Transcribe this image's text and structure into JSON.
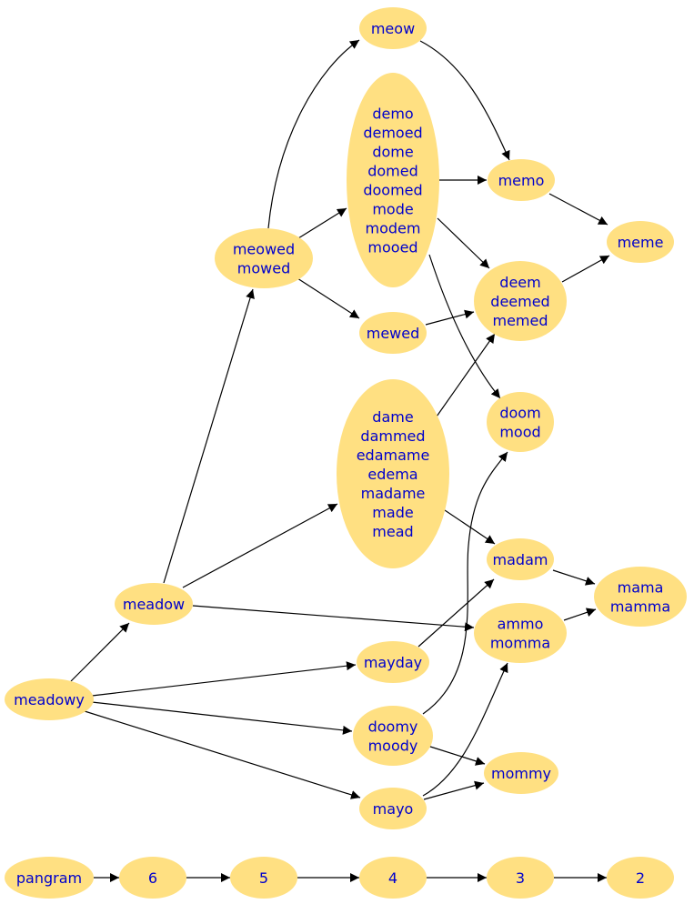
{
  "nodes": [
    {
      "id": "meow",
      "lines": [
        "meow"
      ]
    },
    {
      "id": "demo_group",
      "lines": [
        "demo",
        "demoed",
        "dome",
        "domed",
        "doomed",
        "mode",
        "modem",
        "mooed"
      ]
    },
    {
      "id": "memo",
      "lines": [
        "memo"
      ]
    },
    {
      "id": "meme",
      "lines": [
        "meme"
      ]
    },
    {
      "id": "meowed_group",
      "lines": [
        "meowed",
        "mowed"
      ]
    },
    {
      "id": "deem_group",
      "lines": [
        "deem",
        "deemed",
        "memed"
      ]
    },
    {
      "id": "mewed",
      "lines": [
        "mewed"
      ]
    },
    {
      "id": "dame_group",
      "lines": [
        "dame",
        "dammed",
        "edamame",
        "edema",
        "madame",
        "made",
        "mead"
      ]
    },
    {
      "id": "doom_group",
      "lines": [
        "doom",
        "mood"
      ]
    },
    {
      "id": "madam",
      "lines": [
        "madam"
      ]
    },
    {
      "id": "mama_group",
      "lines": [
        "mama",
        "mamma"
      ]
    },
    {
      "id": "meadow",
      "lines": [
        "meadow"
      ]
    },
    {
      "id": "ammo_group",
      "lines": [
        "ammo",
        "momma"
      ]
    },
    {
      "id": "mayday",
      "lines": [
        "mayday"
      ]
    },
    {
      "id": "meadowy",
      "lines": [
        "meadowy"
      ]
    },
    {
      "id": "doomy_group",
      "lines": [
        "doomy",
        "moody"
      ]
    },
    {
      "id": "mommy",
      "lines": [
        "mommy"
      ]
    },
    {
      "id": "mayo",
      "lines": [
        "mayo"
      ]
    },
    {
      "id": "pangram",
      "lines": [
        "pangram"
      ]
    },
    {
      "id": "n6",
      "lines": [
        "6"
      ]
    },
    {
      "id": "n5",
      "lines": [
        "5"
      ]
    },
    {
      "id": "n4",
      "lines": [
        "4"
      ]
    },
    {
      "id": "n3",
      "lines": [
        "3"
      ]
    },
    {
      "id": "n2",
      "lines": [
        "2"
      ]
    }
  ],
  "edges": [
    [
      "meowed_group",
      "meow"
    ],
    [
      "meowed_group",
      "demo_group"
    ],
    [
      "meowed_group",
      "mewed"
    ],
    [
      "meow",
      "memo"
    ],
    [
      "demo_group",
      "memo"
    ],
    [
      "demo_group",
      "deem_group"
    ],
    [
      "demo_group",
      "doom_group"
    ],
    [
      "memo",
      "meme"
    ],
    [
      "deem_group",
      "meme"
    ],
    [
      "mewed",
      "deem_group"
    ],
    [
      "dame_group",
      "deem_group"
    ],
    [
      "dame_group",
      "madam"
    ],
    [
      "meadow",
      "meowed_group"
    ],
    [
      "meadow",
      "dame_group"
    ],
    [
      "meadow",
      "ammo_group"
    ],
    [
      "madam",
      "mama_group"
    ],
    [
      "ammo_group",
      "mama_group"
    ],
    [
      "mayday",
      "madam"
    ],
    [
      "meadowy",
      "meadow"
    ],
    [
      "meadowy",
      "mayday"
    ],
    [
      "meadowy",
      "doomy_group"
    ],
    [
      "meadowy",
      "mayo"
    ],
    [
      "doomy_group",
      "doom_group"
    ],
    [
      "doomy_group",
      "mommy"
    ],
    [
      "mayo",
      "mommy"
    ],
    [
      "mayo",
      "ammo_group"
    ],
    [
      "pangram",
      "n6"
    ],
    [
      "n6",
      "n5"
    ],
    [
      "n5",
      "n4"
    ],
    [
      "n4",
      "n3"
    ],
    [
      "n3",
      "n2"
    ]
  ]
}
